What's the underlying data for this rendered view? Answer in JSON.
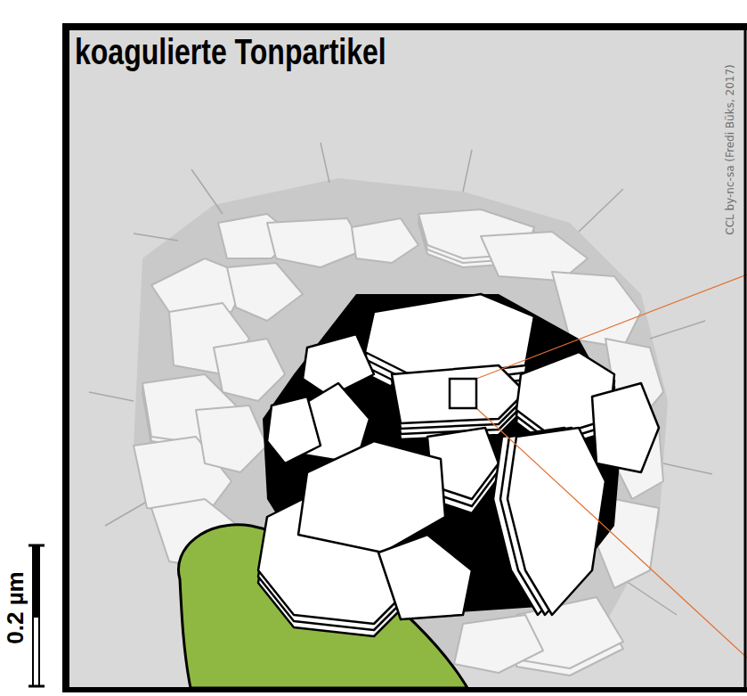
{
  "diagram": {
    "title": "koagulierte Tonpartikel",
    "labels": [
      "CCL by-nc-sa (Fredi Büks, 2017)",
      "0.2 µm"
    ]
  }
}
